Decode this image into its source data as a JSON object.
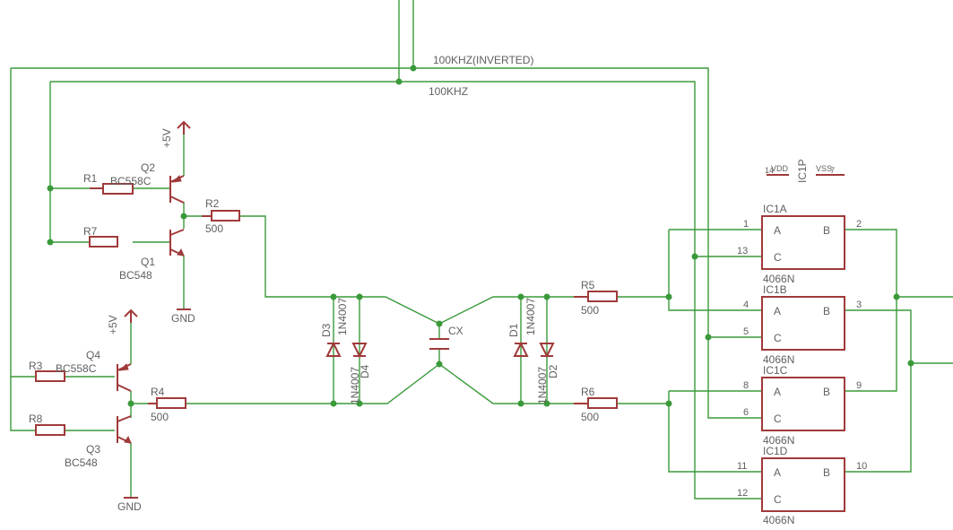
{
  "nets": {
    "inverted": "100KHZ(INVERTED)",
    "normal": "100KHZ"
  },
  "supply": {
    "q2": "+5V",
    "q4": "+5V",
    "gnd_q1": "GND",
    "gnd_q3": "GND"
  },
  "transistors": {
    "q2": {
      "name": "Q2",
      "type": "BC558C"
    },
    "q1": {
      "name": "Q1",
      "type": "BC548"
    },
    "q4": {
      "name": "Q4",
      "type": "BC558C"
    },
    "q3": {
      "name": "Q3",
      "type": "BC548"
    }
  },
  "resistors": {
    "r1": {
      "name": "R1"
    },
    "r7": {
      "name": "R7"
    },
    "r2": {
      "name": "R2",
      "value": "500"
    },
    "r3": {
      "name": "R3"
    },
    "r8": {
      "name": "R8"
    },
    "r4": {
      "name": "R4",
      "value": "500"
    },
    "r5": {
      "name": "R5",
      "value": "500"
    },
    "r6": {
      "name": "R6",
      "value": "500"
    }
  },
  "diodes": {
    "d3": {
      "name": "D3",
      "type": "1N4007"
    },
    "d4": {
      "name": "D4",
      "type": "1N4007"
    },
    "d1": {
      "name": "D1",
      "type": "1N4007"
    },
    "d2": {
      "name": "D2",
      "type": "1N4007"
    }
  },
  "capacitor": {
    "name": "CX"
  },
  "power_ic": {
    "name": "IC1P",
    "vdd": "VDD",
    "vdd_pin": "14",
    "vss": "VSS",
    "vss_pin": "7"
  },
  "gates": [
    {
      "name": "IC1A",
      "part": "4066N",
      "a_pin": "1",
      "c_pin": "13",
      "b_pin": "2",
      "a": "A",
      "b": "B",
      "c": "C"
    },
    {
      "name": "IC1B",
      "part": "4066N",
      "a_pin": "4",
      "c_pin": "5",
      "b_pin": "3",
      "a": "A",
      "b": "B",
      "c": "C"
    },
    {
      "name": "IC1C",
      "part": "4066N",
      "a_pin": "8",
      "c_pin": "6",
      "b_pin": "9",
      "a": "A",
      "b": "B",
      "c": "C"
    },
    {
      "name": "IC1D",
      "part": "4066N",
      "a_pin": "11",
      "c_pin": "12",
      "b_pin": "10",
      "a": "A",
      "b": "B",
      "c": "C"
    }
  ],
  "colors": {
    "wire": "#3a9a3a",
    "symbol": "#a03a3a",
    "text": "#606060"
  }
}
